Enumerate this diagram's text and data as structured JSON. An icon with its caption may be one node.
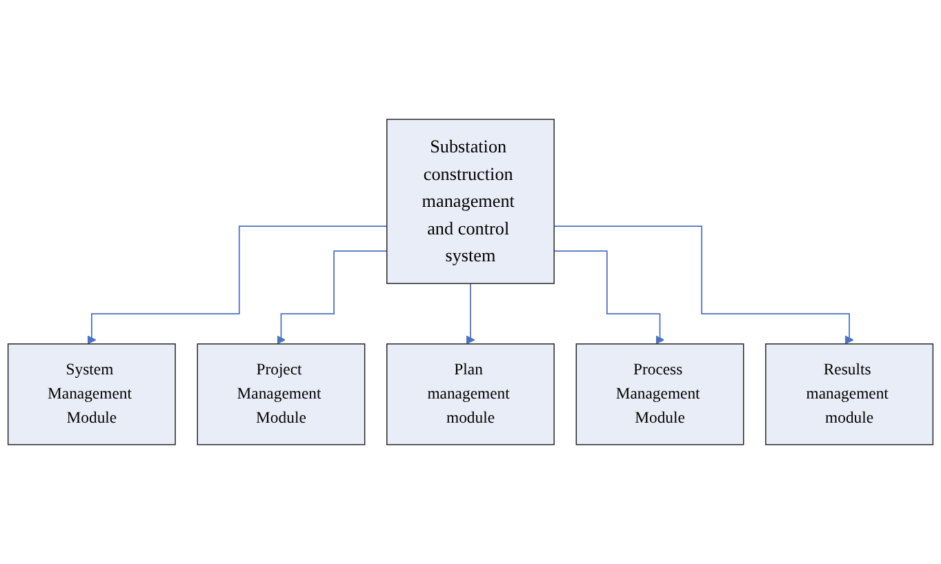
{
  "diagram": {
    "nodes": [
      {
        "text": [
          "Substation construction management and control system"
        ]
      },
      {
        "text": [
          "System Management Module"
        ]
      },
      {
        "text": [
          "Project Management Module"
        ]
      },
      {
        "text": [
          "Plan management module"
        ]
      },
      {
        "text": [
          "Process Management Module"
        ]
      },
      {
        "text": [
          "Results management module"
        ]
      }
    ],
    "edges": [
      {
        "from": 0,
        "to": 1,
        "arrow": "to"
      },
      {
        "from": 0,
        "to": 2,
        "arrow": "to"
      },
      {
        "from": 0,
        "to": 3,
        "arrow": "to"
      },
      {
        "from": 0,
        "to": 4,
        "arrow": "to"
      },
      {
        "from": 0,
        "to": 5,
        "arrow": "to"
      }
    ]
  }
}
